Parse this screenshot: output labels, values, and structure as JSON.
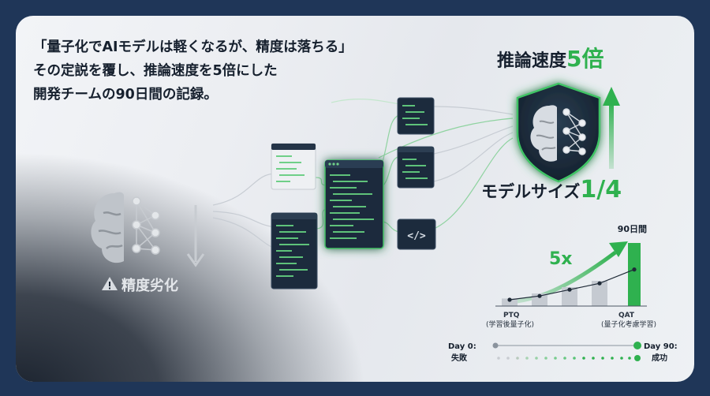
{
  "headline": {
    "line1": "「量子化でAIモデルは軽くなるが、精度は落ちる」",
    "line2": "その定説を覆し、推論速度を5倍にした",
    "line3": "開発チームの90日間の記録。"
  },
  "left": {
    "degrade_label": "精度劣化",
    "warning_icon": "warning-icon",
    "brain_icon": "brain-network-icon"
  },
  "right": {
    "speed_label": "推論速度",
    "speed_value": "5倍",
    "size_label": "モデルサイズ",
    "size_value": "1/4",
    "shield_icon": "shield-brain-icon"
  },
  "chart": {
    "speedup_label": "5x",
    "end_label": "90日間",
    "left_label_1": "PTQ",
    "left_label_2": "(学習後量子化)",
    "right_label_1": "QAT",
    "right_label_2": "(量子化考慮学習)",
    "bars": [
      0.12,
      0.2,
      0.3,
      0.4,
      1.0
    ],
    "line_points": [
      0.1,
      0.16,
      0.26,
      0.36,
      0.58
    ]
  },
  "timeline": {
    "start_label_1": "Day 0:",
    "start_label_2": "失敗",
    "end_label_1": "Day 90:",
    "end_label_2": "成功"
  },
  "code_icon": "</>",
  "colors": {
    "green": "#2fb14f",
    "dark": "#16202e",
    "panel": "#1c2b3d"
  }
}
